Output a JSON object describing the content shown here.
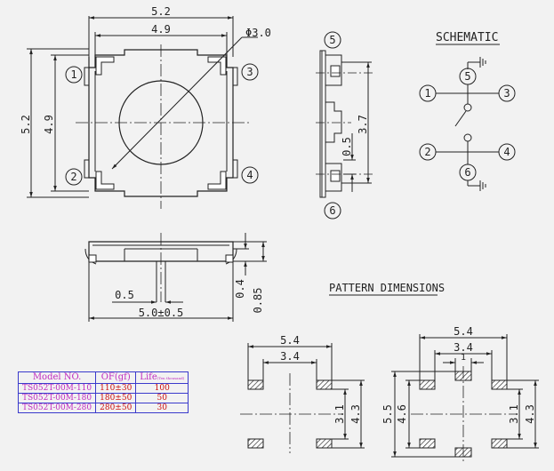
{
  "top_view": {
    "dim_outer_w": "5.2",
    "dim_inner_w": "4.9",
    "dim_phi": "Φ3.0",
    "dim_outer_h": "5.2",
    "dim_inner_h": "4.9",
    "pins": [
      "1",
      "2",
      "3",
      "4"
    ]
  },
  "side_view": {
    "pins": [
      "5",
      "6"
    ],
    "dim_37": "3.7",
    "dim_05": "0.5"
  },
  "schematic": {
    "title": "SCHEMATIC",
    "pins": [
      "1",
      "2",
      "3",
      "4",
      "5",
      "6"
    ]
  },
  "front_view": {
    "dim_05": "0.5",
    "dim_50": "5.0±0.5",
    "dim_04": "0.4",
    "dim_085": "0.85"
  },
  "pattern": {
    "title": "PATTERN DIMENSIONS",
    "left": {
      "dim_54": "5.4",
      "dim_34": "3.4",
      "dim_31": "3.1",
      "dim_43": "4.3"
    },
    "right": {
      "dim_54": "5.4",
      "dim_34": "3.4",
      "dim_1": "1",
      "dim_55": "5.5",
      "dim_46": "4.6",
      "dim_31": "3.1",
      "dim_43": "4.3"
    }
  },
  "spec_table": {
    "headers": [
      "Model NO.",
      "OF(gf)",
      "Life"
    ],
    "life_unit": "(Ten thousand)",
    "rows": [
      [
        "TS052T-00M-110",
        "110±30",
        "100"
      ],
      [
        "TS052T-00M-180",
        "180±50",
        "50"
      ],
      [
        "TS052T-00M-280",
        "280±50",
        "30"
      ]
    ]
  }
}
